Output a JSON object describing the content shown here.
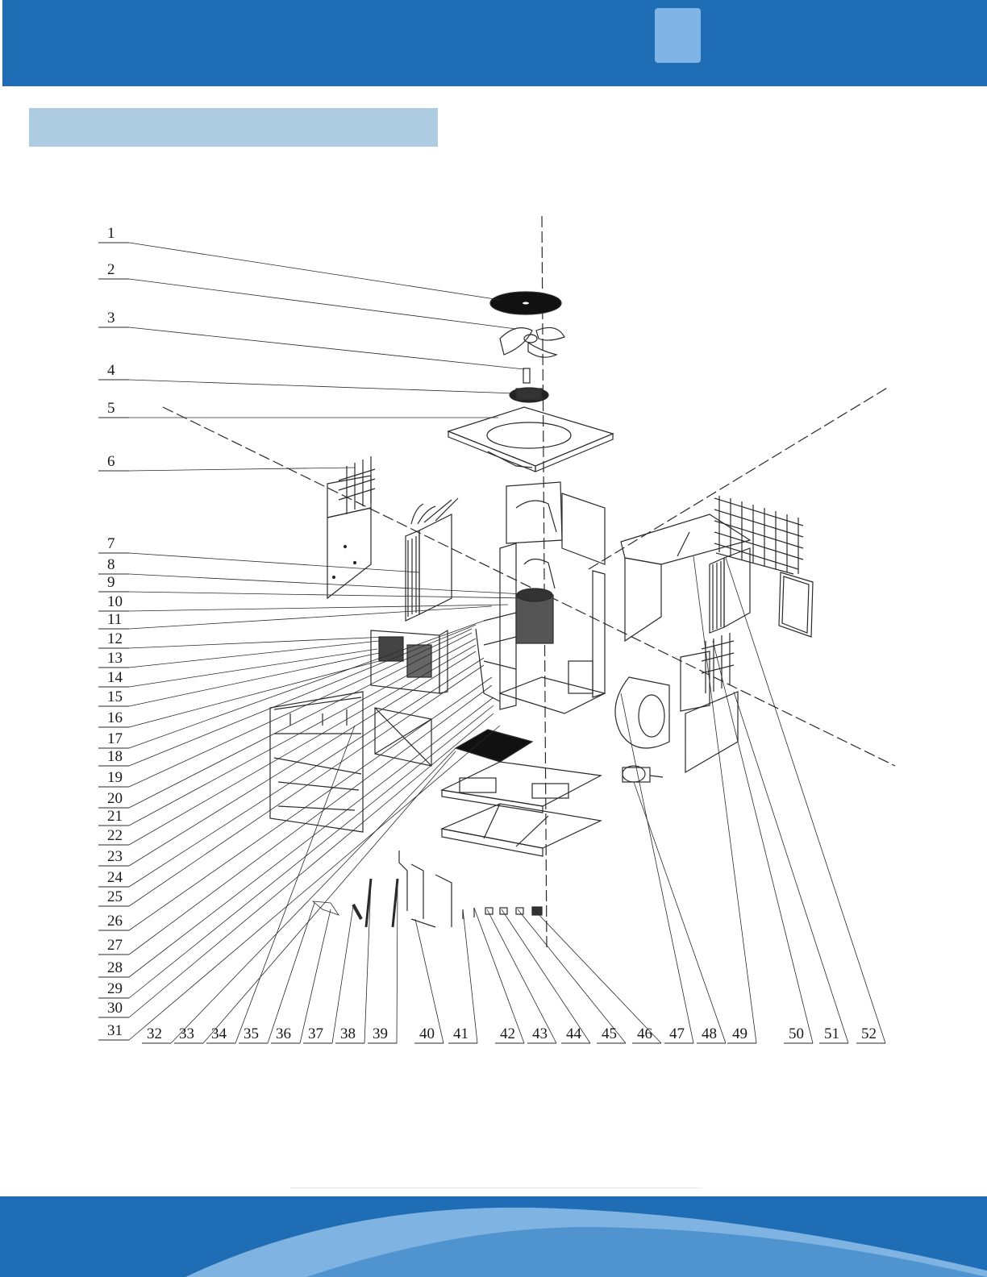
{
  "colors": {
    "brand": "#1f6db5",
    "header_tab": "#80b3e6",
    "section_banner": "#aecde3",
    "footer_wave": "#8fc0ea"
  },
  "exploded_view": {
    "part_callouts": [
      "1",
      "2",
      "3",
      "4",
      "5",
      "6",
      "7",
      "8",
      "9",
      "10",
      "11",
      "12",
      "13",
      "14",
      "15",
      "16",
      "17",
      "18",
      "19",
      "20",
      "21",
      "22",
      "23",
      "24",
      "25",
      "26",
      "27",
      "28",
      "29",
      "30",
      "31",
      "32",
      "33",
      "34",
      "35",
      "36",
      "37",
      "38",
      "39",
      "40",
      "41",
      "42",
      "43",
      "44",
      "45",
      "46",
      "47",
      "48",
      "49",
      "50",
      "51",
      "52"
    ]
  }
}
